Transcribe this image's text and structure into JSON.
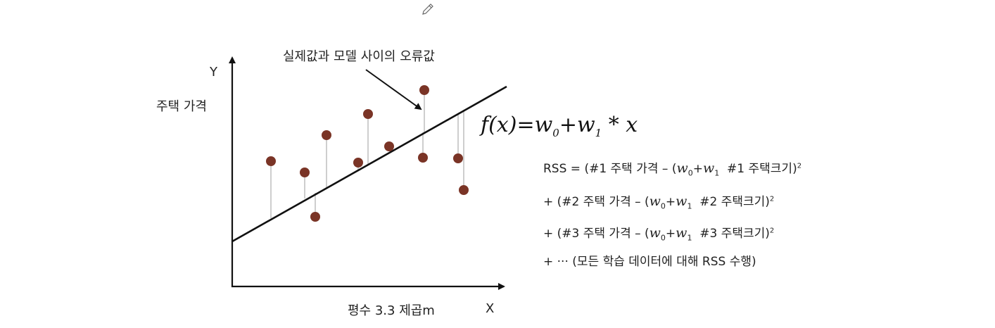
{
  "diagram": {
    "annotation": "실제값과 모델 사이의 오류값",
    "y_axis_letter": "Y",
    "y_axis_label": "주택 가격",
    "x_axis_letter": "X",
    "x_axis_label": "평수 3.3 제곱m",
    "formula": {
      "f": "f(x)",
      "eq": "=",
      "w0": "w",
      "w0_sub": "0",
      "plus": "+",
      "w1": "w",
      "w1_sub": "1",
      "star": "*",
      "x": "x"
    },
    "rss": [
      {
        "prefix": "RSS = (#1 주택 가격 – (",
        "w0": "w",
        "w0_sub": "0",
        "plus": "+",
        "w1": "w",
        "w1_sub": "1",
        "suffix": "  #1 주택크기)",
        "sup": "2"
      },
      {
        "prefix": "+ (#2 주택 가격 – (",
        "w0": "w",
        "w0_sub": "0",
        "plus": "+",
        "w1": "w",
        "w1_sub": "1",
        "suffix": "  #2 주택크기)",
        "sup": "2"
      },
      {
        "prefix": "+ (#3 주택 가격 – (",
        "w0": "w",
        "w0_sub": "0",
        "plus": "+",
        "w1": "w",
        "w1_sub": "1",
        "suffix": "  #3 주택크기)",
        "sup": "2"
      }
    ],
    "rss_last": "+ ··· (모든 학습 데이터에 대해 RSS 수행)",
    "point_color": "#7a3426",
    "line_color": "#111111",
    "residual_color": "#bdbdbd"
  }
}
